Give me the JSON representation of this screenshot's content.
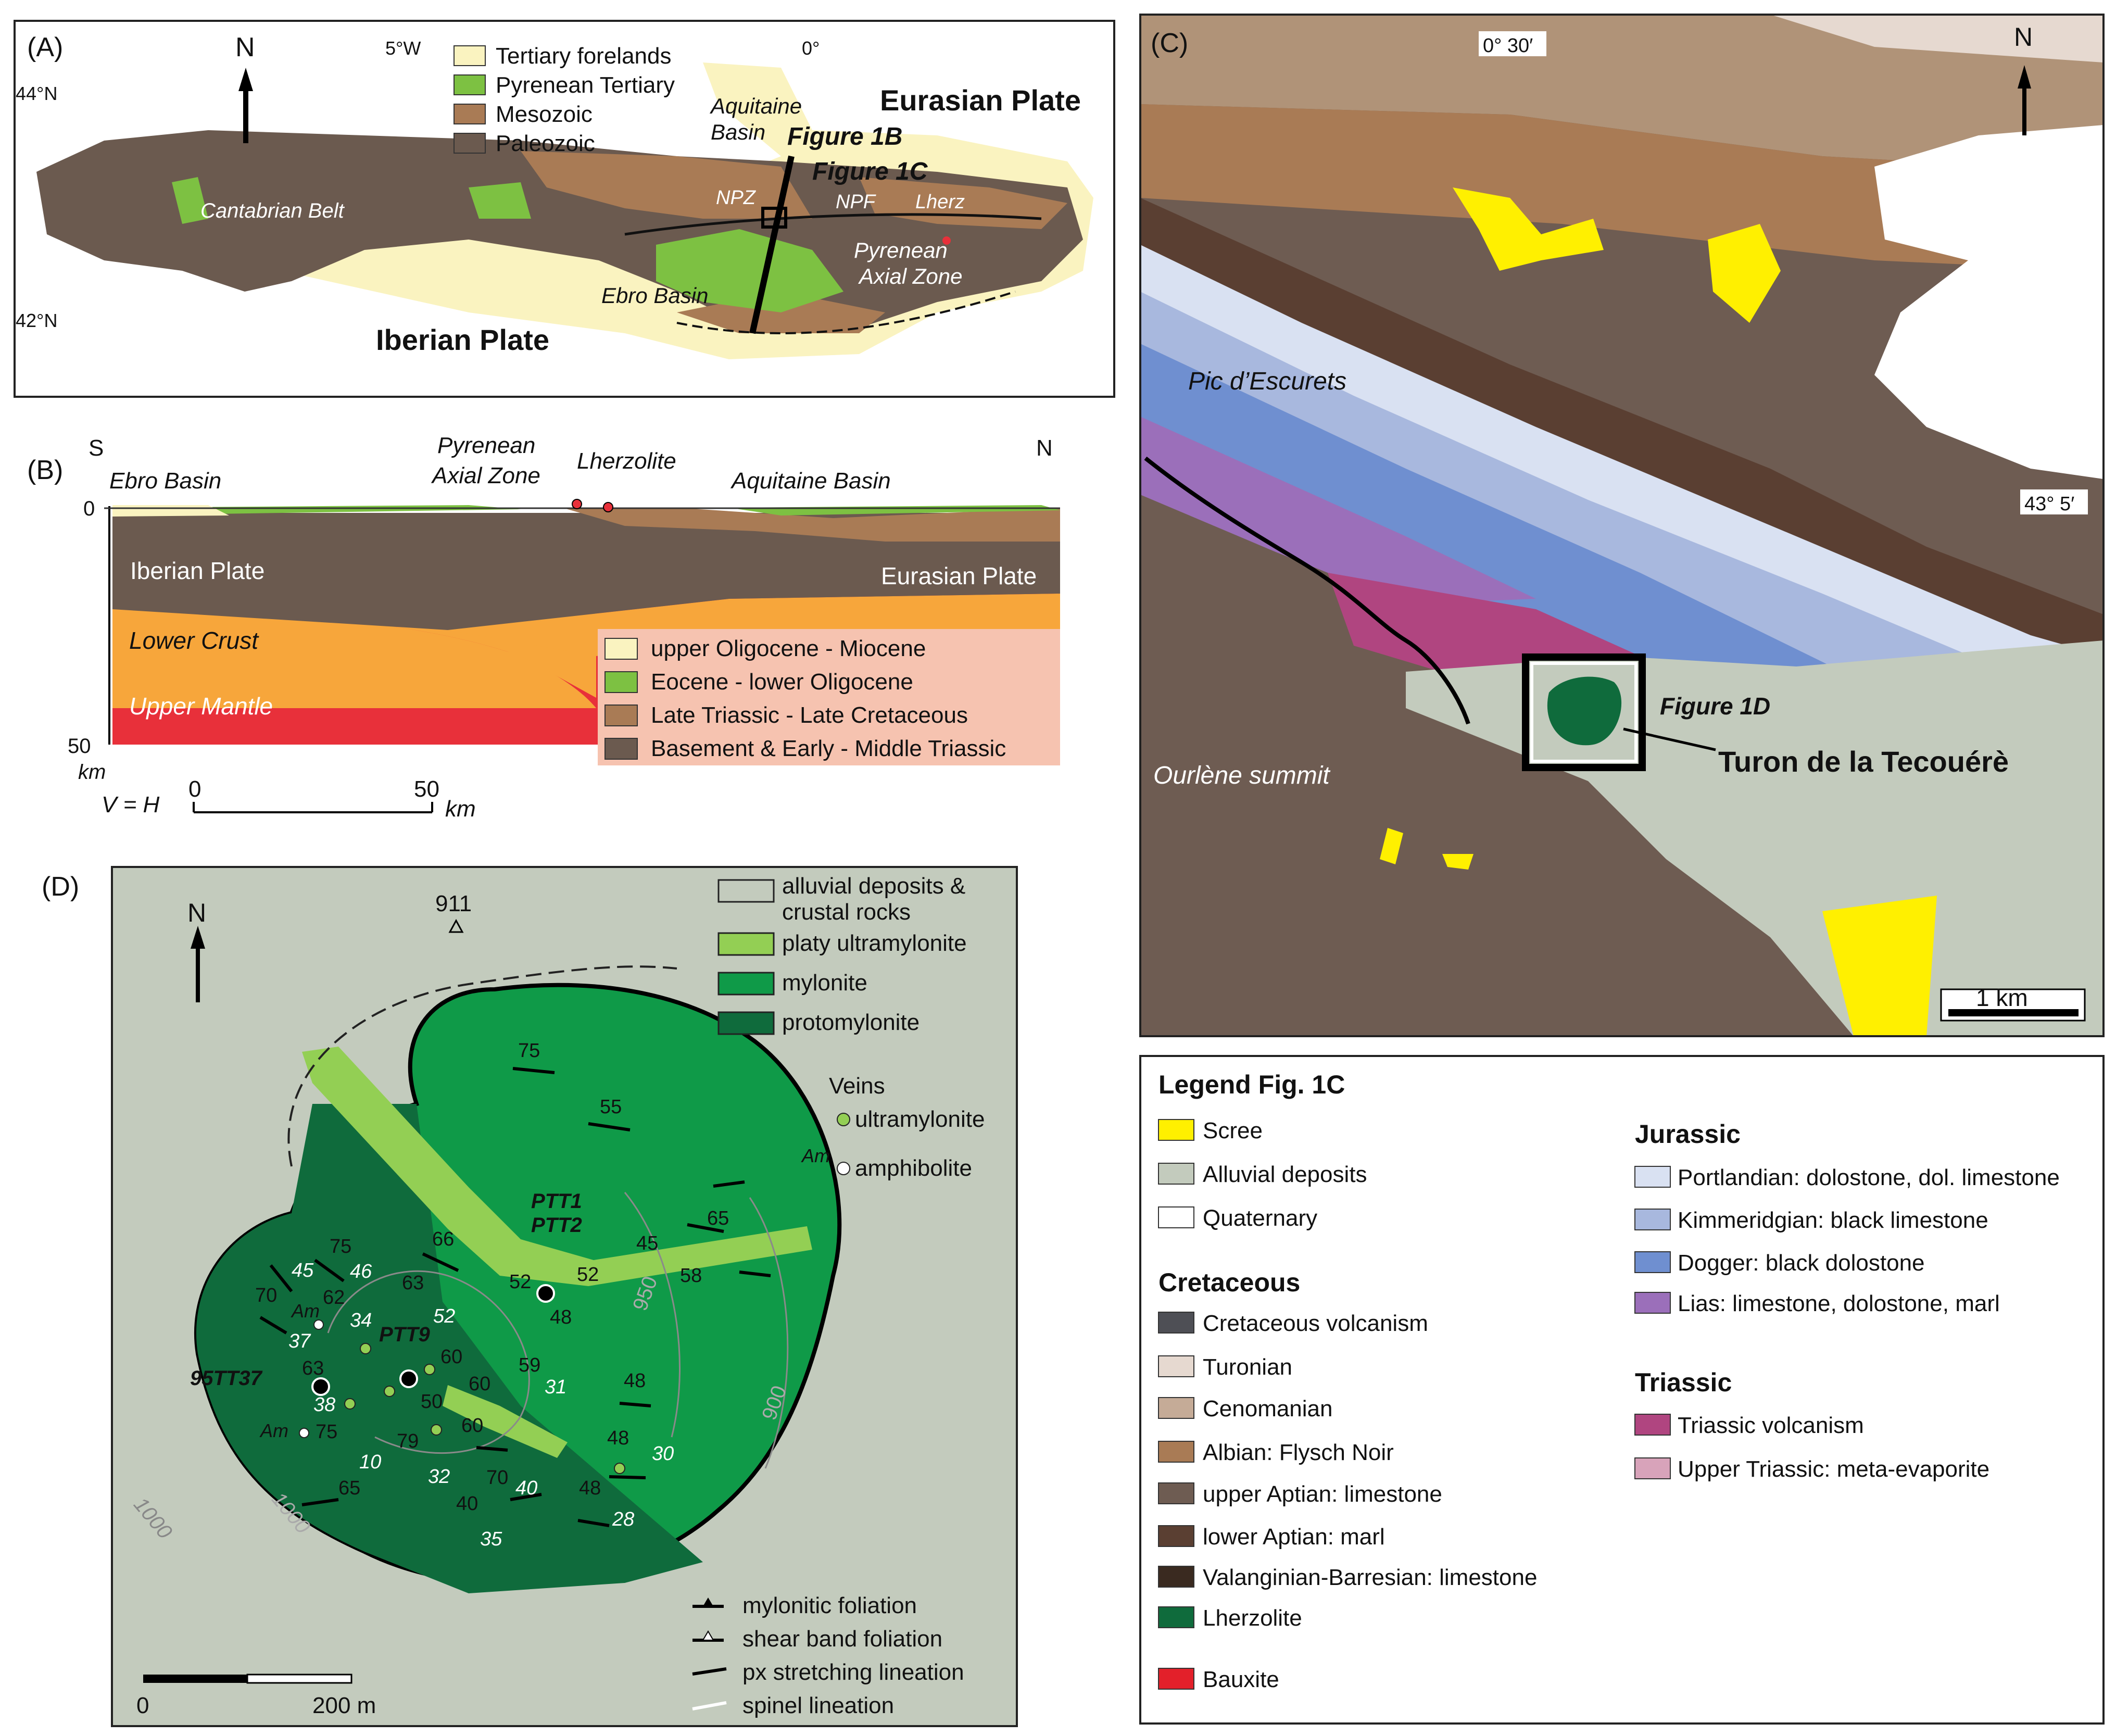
{
  "panelA": {
    "tag": "(A)",
    "lat_top": "44°N",
    "lat_bottom": "42°N",
    "lon_left": "5°W",
    "lon_right": "0°",
    "north": "N",
    "legend": [
      "Tertiary forelands",
      "Pyrenean Tertiary",
      "Mesozoic",
      "Paleozoic"
    ],
    "eurasian_plate": "Eurasian Plate",
    "iberian_plate": "Iberian Plate",
    "aquitaine_basin_1": "Aquitaine",
    "aquitaine_basin_2": "Basin",
    "fig1b": "Figure 1B",
    "fig1c": "Figure 1C",
    "cantabrian": "Cantabrian Belt",
    "npz": "NPZ",
    "npf": "NPF",
    "lherz": "Lherz",
    "pyrenean_1": "Pyrenean",
    "pyrenean_2": "Axial Zone",
    "ebro": "Ebro Basin"
  },
  "panelB": {
    "tag": "(B)",
    "s": "S",
    "n": "N",
    "ebro": "Ebro Basin",
    "pyr_1": "Pyrenean",
    "pyr_2": "Axial Zone",
    "lherzolite": "Lherzolite",
    "aquitaine": "Aquitaine Basin",
    "depth_0": "0",
    "depth_50": "50",
    "km": "km",
    "iberian": "Iberian Plate",
    "eurasian": "Eurasian Plate",
    "lower_crust": "Lower Crust",
    "upper_mantle": "Upper Mantle",
    "vh": "V = H",
    "scale_0": "0",
    "scale_50": "50",
    "scale_km": "km",
    "legend": [
      "upper Oligocene - Miocene",
      "Eocene - lower Oligocene",
      "Late Triassic - Late Cretaceous",
      "Basement & Early - Middle Triassic"
    ]
  },
  "panelC": {
    "tag": "(C)",
    "lon": "0° 30′",
    "lat": "43° 5′",
    "north": "N",
    "pic": "Pic d’Escurets",
    "ourlene": "Ourlène summit",
    "fig1d": "Figure 1D",
    "turon": "Turon de la Tecouérè",
    "scale": "1 km"
  },
  "legendC": {
    "title": "Legend Fig. 1C",
    "left_top": [
      "Scree",
      "Alluvial deposits",
      "Quaternary"
    ],
    "cretaceous_title": "Cretaceous",
    "cretaceous": [
      "Cretaceous volcanism",
      "Turonian",
      "Cenomanian",
      "Albian: Flysch Noir",
      "upper Aptian: limestone",
      "lower Aptian: marl",
      "Valanginian-Barresian: limestone",
      "Lherzolite"
    ],
    "bauxite": "Bauxite",
    "jurassic_title": "Jurassic",
    "jurassic": [
      "Portlandian: dolostone, dol. limestone",
      "Kimmeridgian: black limestone",
      "Dogger: black dolostone",
      "Lias: limestone, dolostone, marl"
    ],
    "triassic_title": "Triassic",
    "triassic": [
      "Triassic volcanism",
      "Upper Triassic: meta-evaporite"
    ]
  },
  "panelD": {
    "tag": "(D)",
    "north": "N",
    "peak": "911",
    "legend": [
      "alluvial deposits &",
      "crustal rocks",
      "platy ultramylonite",
      "mylonite",
      "protomylonite"
    ],
    "veins_title": "Veins",
    "veins": [
      "ultramylonite",
      "amphibolite"
    ],
    "am": "Am",
    "samples": [
      "PTT1",
      "PTT2",
      "PTT9",
      "95TT37"
    ],
    "contours": [
      "950",
      "900",
      "1000",
      "1000"
    ],
    "dips_black": [
      "75",
      "55",
      "66",
      "75",
      "65",
      "45",
      "58",
      "52",
      "52",
      "63",
      "48",
      "70",
      "62",
      "60",
      "59",
      "48",
      "63",
      "60",
      "50",
      "60",
      "75",
      "79",
      "48",
      "70",
      "65",
      "40",
      "48"
    ],
    "dips_white": [
      "45",
      "46",
      "52",
      "34",
      "37",
      "38",
      "31",
      "10",
      "32",
      "40",
      "35",
      "30",
      "28"
    ],
    "structures": [
      "mylonitic foliation",
      "shear band foliation",
      "px stretching lineation",
      "spinel lineation"
    ],
    "scale_0": "0",
    "scale_200": "200 m"
  },
  "colors": {
    "tertiary_forelands": "#faf3c0",
    "pyrenean_tertiary": "#7dc142",
    "mesozoic": "#a97b55",
    "paleozoic": "#6b5a4f",
    "lower_crust": "#f7a63b",
    "upper_mantle": "#e8303a",
    "scree": "#fff000",
    "alluvial": "#c3cbbd",
    "lherzolite": "#0f6b3c",
    "platy_ultramylonite": "#93cf54",
    "mylonite": "#0f9a48",
    "protomylonite": "#0f6b3c"
  }
}
